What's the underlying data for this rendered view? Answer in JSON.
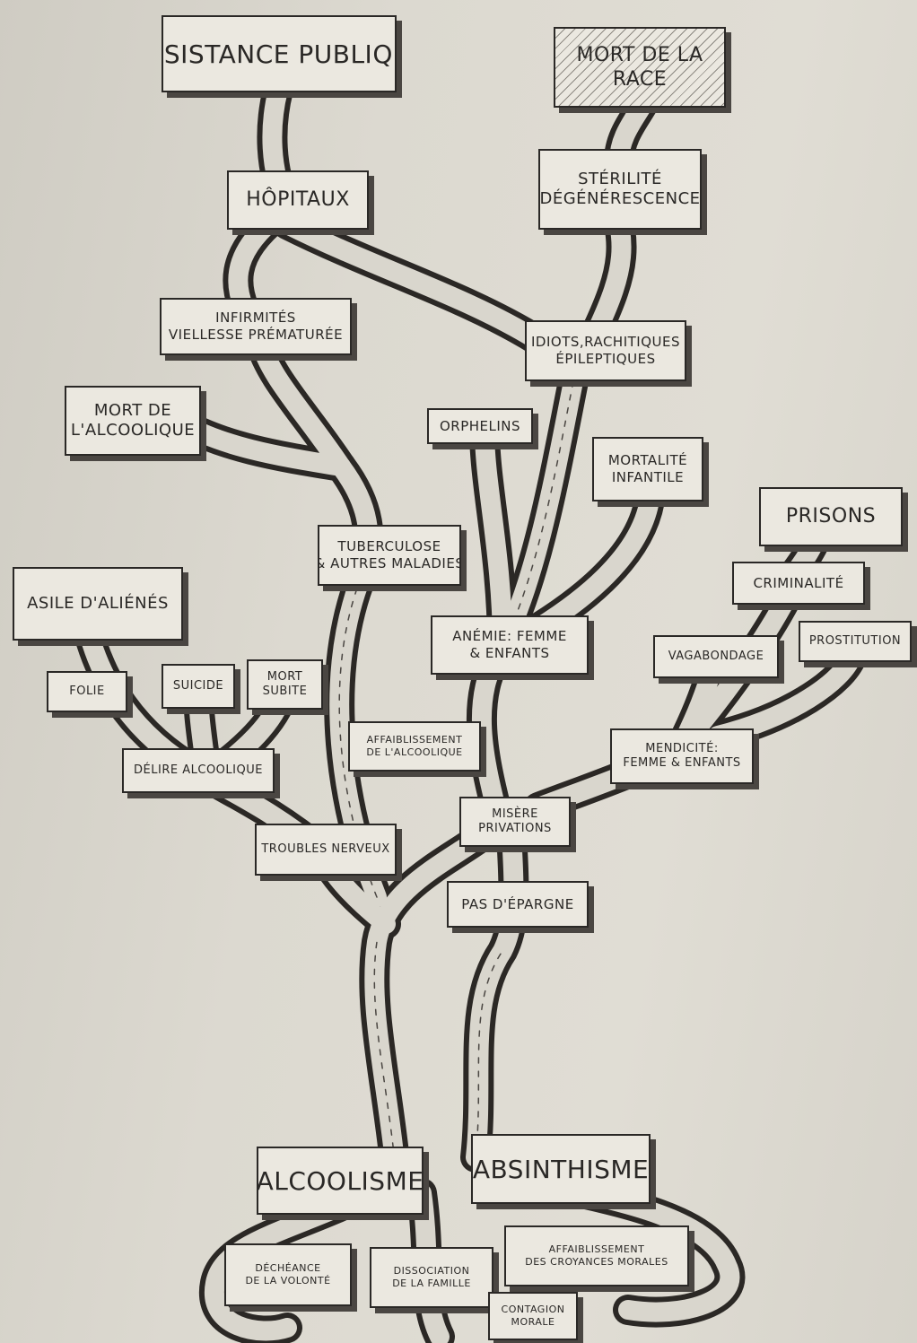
{
  "nodes": {
    "assistance_publique": "ASSISTANCE PUBLIQUE",
    "mort_race_1": "MORT DE LA",
    "mort_race_2": "RACE",
    "hopitaux": "HÔPITAUX",
    "sterilite_1": "STÉRILITÉ",
    "sterilite_2": "DÉGÉNÉRESCENCE",
    "infirmites_1": "INFIRMITÉS",
    "infirmites_2": "VIELLESSE PRÉMATURÉE",
    "idiots_1": "IDIOTS,RACHITIQUES",
    "idiots_2": "ÉPILEPTIQUES",
    "mort_alcoolique_1": "MORT DE",
    "mort_alcoolique_2": "L'ALCOOLIQUE",
    "orphelins": "ORPHELINS",
    "mortalite_1": "MORTALITÉ",
    "mortalite_2": "INFANTILE",
    "prisons": "PRISONS",
    "tuberculose_1": "TUBERCULOSE",
    "tuberculose_2": "& AUTRES MALADIES",
    "criminalite": "CRIMINALITÉ",
    "asile": "ASILE D'ALIÉNÉS",
    "anemie_1": "ANÉMIE: FEMME",
    "anemie_2": "& ENFANTS",
    "vagabondage": "VAGABONDAGE",
    "prostitution": "PROSTITUTION",
    "folie": "FOLIE",
    "suicide": "SUICIDE",
    "mort_subite_1": "MORT",
    "mort_subite_2": "SUBITE",
    "affaiblissement_alc_1": "AFFAIBLISSEMENT",
    "affaiblissement_alc_2": "DE L'ALCOOLIQUE",
    "mendicite_1": "MENDICITÉ:",
    "mendicite_2": "FEMME & ENFANTS",
    "delire": "DÉLIRE ALCOOLIQUE",
    "misere_1": "MISÈRE",
    "misere_2": "PRIVATIONS",
    "troubles": "TROUBLES NERVEUX",
    "epargne": "PAS D'ÉPARGNE",
    "alcoolisme": "ALCOOLISME",
    "absinthisme": "ABSINTHISME",
    "decheance_1": "DÉCHÉANCE",
    "decheance_2": "DE LA VOLONTÉ",
    "dissociation_1": "DISSOCIATION",
    "dissociation_2": "DE LA FAMILLE",
    "affaiblissement_cm_1": "AFFAIBLISSEMENT",
    "affaiblissement_cm_2": "DES CROYANCES MORALES",
    "contagion_1": "CONTAGION",
    "contagion_2": "MORALE"
  }
}
